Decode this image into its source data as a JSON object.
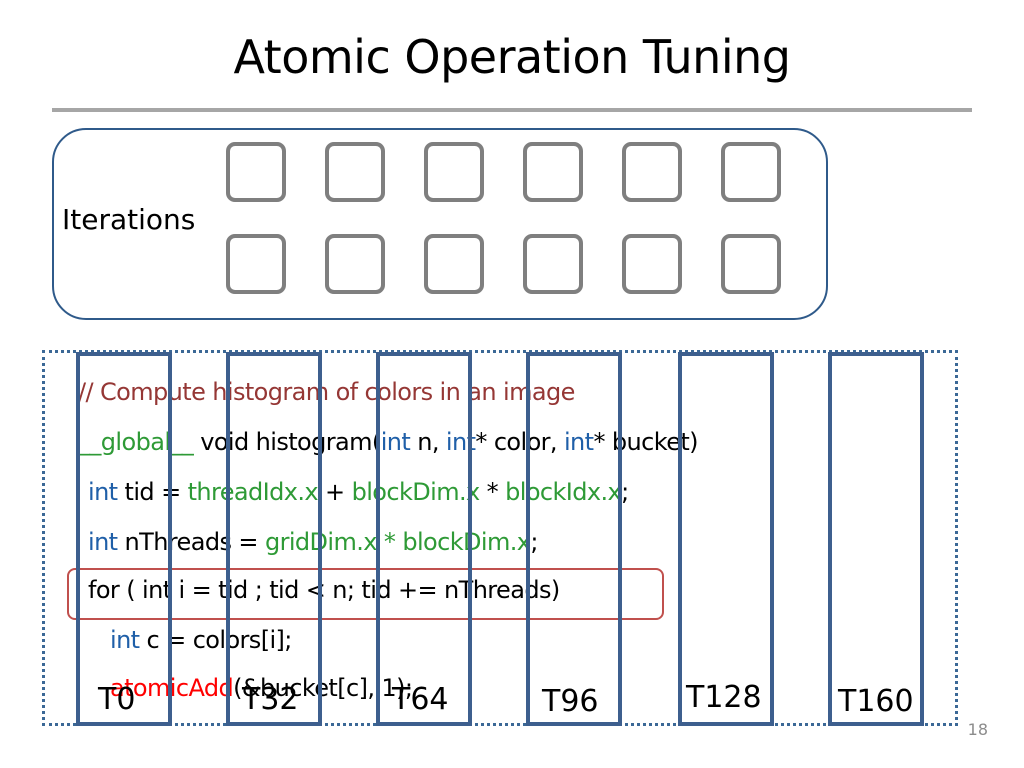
{
  "slide": {
    "title": "Atomic Operation Tuning",
    "page_number": "18"
  },
  "iterations": {
    "label": "Iterations",
    "rows": 2,
    "columns": 6
  },
  "threads": [
    "T0",
    "T32",
    "T64",
    "T96",
    "T128",
    "T160"
  ],
  "code": {
    "line1": "// Compute histogram of colors in an image",
    "line2": {
      "global": "__global__",
      "p1": " void histogram(",
      "int1": "int",
      "p2": " n, ",
      "int2": "int",
      "p3": "* color, ",
      "int3": "int",
      "p4": "* bucket)"
    },
    "line3": {
      "int": "int",
      "p1": " tid = ",
      "g1": "threadIdx.x",
      "p2": " + ",
      "g2": "blockDim.x",
      "p3": " * ",
      "g3": "blockIdx.x",
      "p4": ";"
    },
    "line4": {
      "int": "int",
      "p1": " nThreads = ",
      "g1": "gridDim.x * blockDim.x",
      "p2": ";"
    },
    "line5": "for ( int i = tid ; tid < n; tid += nThreads)",
    "line6": {
      "int": "int",
      "p1": " c = colors[i];"
    },
    "line7": {
      "atomic": "atomicAdd",
      "p1": "(&bucket[c], 1);"
    }
  },
  "colors": {
    "comment": "#953735",
    "keyword": "#1f5fa8",
    "builtin": "#2e9a36",
    "atomic": "#ff0000",
    "thread_column": "#3d5f8e",
    "highlight_box": "#c0504d"
  }
}
